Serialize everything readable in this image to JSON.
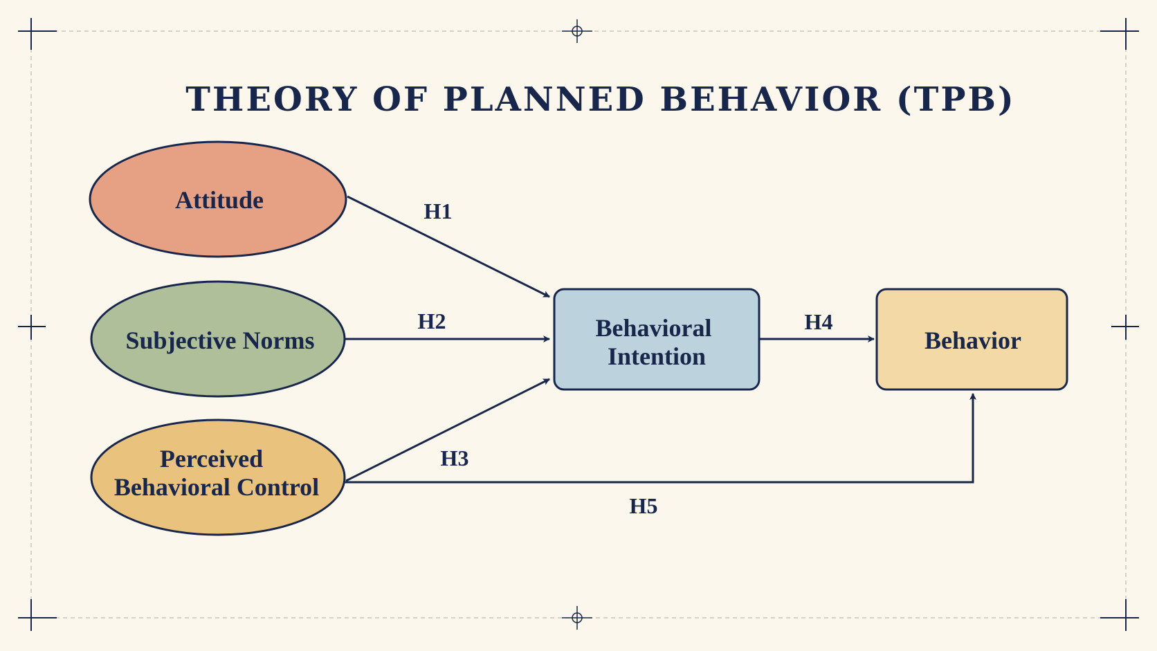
{
  "title": "THEORY OF PLANNED BEHAVIOR (TPB)",
  "colors": {
    "background": "#fbf7ec",
    "ink": "#17264a",
    "frame": "#c9c6bc",
    "attitude": "#e6a184",
    "subjective_norms": "#aebf9a",
    "perceived_control": "#e9c27e",
    "intention": "#bcd2dc",
    "behavior": "#f3d9a6"
  },
  "nodes": {
    "attitude": {
      "lines": [
        "Attitude"
      ]
    },
    "subjective_norms": {
      "lines": [
        "Subjective Norms"
      ]
    },
    "perceived_control": {
      "lines": [
        "Perceived",
        "Behavioral Control"
      ]
    },
    "intention": {
      "lines": [
        "Behavioral",
        "Intention"
      ]
    },
    "behavior": {
      "lines": [
        "Behavior"
      ]
    }
  },
  "edges": [
    {
      "label": "H1",
      "from": "Attitude",
      "to": "Behavioral Intention"
    },
    {
      "label": "H2",
      "from": "Subjective Norms",
      "to": "Behavioral Intention"
    },
    {
      "label": "H3",
      "from": "Perceived Behavioral Control",
      "to": "Behavioral Intention"
    },
    {
      "label": "H4",
      "from": "Behavioral Intention",
      "to": "Behavior"
    },
    {
      "label": "H5",
      "from": "Perceived Behavioral Control",
      "to": "Behavior"
    }
  ]
}
